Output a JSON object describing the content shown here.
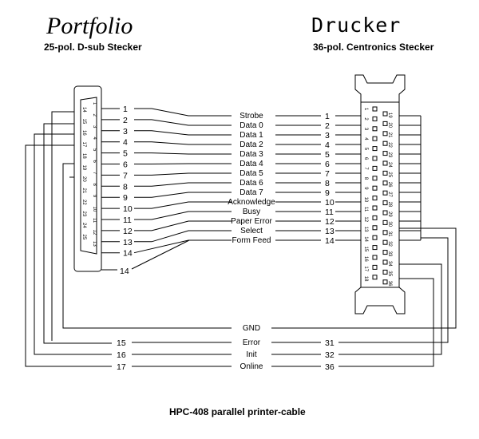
{
  "header": {
    "left_title": "Portfolio",
    "left_subtitle": "25-pol. D-sub Stecker",
    "right_title": "Drucker",
    "right_subtitle": "36-pol. Centronics Stecker"
  },
  "signals": [
    {
      "label": "Strobe",
      "dsub": "1",
      "centronics": "1"
    },
    {
      "label": "Data 0",
      "dsub": "2",
      "centronics": "2"
    },
    {
      "label": "Data 1",
      "dsub": "3",
      "centronics": "3"
    },
    {
      "label": "Data 2",
      "dsub": "4",
      "centronics": "4"
    },
    {
      "label": "Data 3",
      "dsub": "5",
      "centronics": "5"
    },
    {
      "label": "Data 4",
      "dsub": "6",
      "centronics": "6"
    },
    {
      "label": "Data 5",
      "dsub": "7",
      "centronics": "7"
    },
    {
      "label": "Data 6",
      "dsub": "8",
      "centronics": "8"
    },
    {
      "label": "Data 7",
      "dsub": "9",
      "centronics": "9"
    },
    {
      "label": "Acknowledge",
      "dsub": "10",
      "centronics": "10"
    },
    {
      "label": "Busy",
      "dsub": "11",
      "centronics": "11"
    },
    {
      "label": "Paper Error",
      "dsub": "12",
      "centronics": "12"
    },
    {
      "label": "Select",
      "dsub": "13",
      "centronics": "13"
    },
    {
      "label": "Form Feed",
      "dsub": "14",
      "centronics": "14"
    }
  ],
  "bottom_signals": [
    {
      "label": "GND",
      "dsub": "",
      "centronics": ""
    },
    {
      "label": "Error",
      "dsub": "15",
      "centronics": "31"
    },
    {
      "label": "Init",
      "dsub": "16",
      "centronics": "32"
    },
    {
      "label": "Online",
      "dsub": "17",
      "centronics": "36"
    }
  ],
  "dsub_pins_top": [
    "1",
    "2",
    "3",
    "4",
    "5",
    "6",
    "7",
    "8",
    "9",
    "10",
    "11",
    "12",
    "13"
  ],
  "dsub_pins_bottom": [
    "14",
    "15",
    "16",
    "17",
    "18",
    "19",
    "20",
    "21",
    "22",
    "23",
    "24",
    "25"
  ],
  "centronics_pins_left": [
    "1",
    "2",
    "3",
    "4",
    "5",
    "6",
    "7",
    "8",
    "9",
    "10",
    "11",
    "12",
    "13",
    "14",
    "15",
    "16",
    "17",
    "18"
  ],
  "centronics_pins_right": [
    "19",
    "20",
    "21",
    "22",
    "23",
    "24",
    "25",
    "26",
    "27",
    "28",
    "29",
    "30",
    "31",
    "32",
    "33",
    "34",
    "35",
    "36"
  ],
  "caption": "HPC-408  parallel printer-cable"
}
